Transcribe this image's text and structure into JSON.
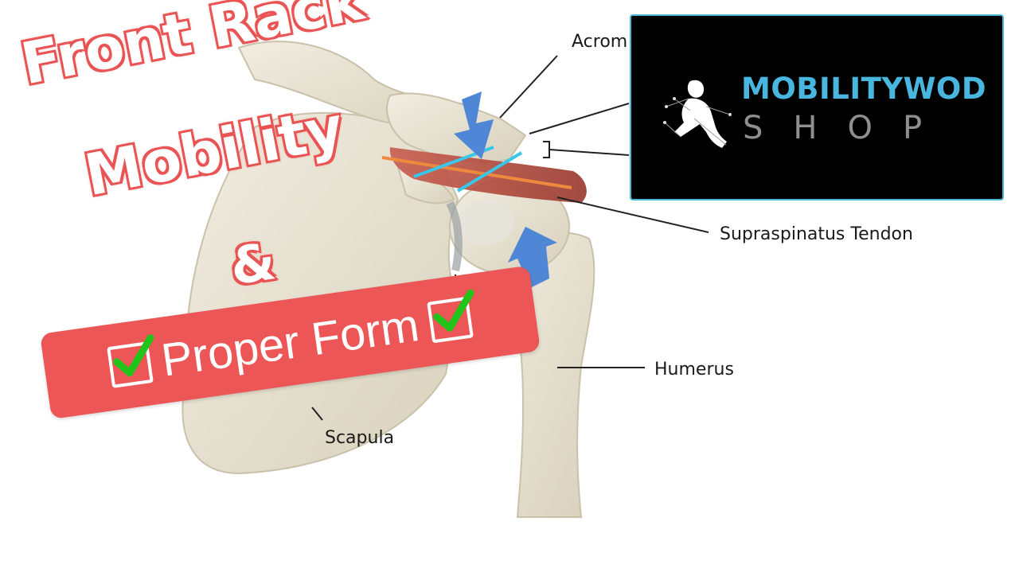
{
  "labels": {
    "acromion": "Acrom",
    "supraspinatus": "Supraspinatus Tendon",
    "humerus": "Humerus",
    "scapula": "Scapula"
  },
  "title": {
    "line1": "Front Rack",
    "line2": "Mobility",
    "ampersand": "&"
  },
  "banner": {
    "text": "Proper Form"
  },
  "logo": {
    "brand": "MOBILITYWOD",
    "sub": "SHOP"
  },
  "colors": {
    "accent_red": "#e95454",
    "logo_blue": "#49b6e0",
    "check_green": "#22c41a",
    "arrow_blue": "#4f86d6",
    "bone": "#e9e4d4",
    "muscle": "#b5483d"
  }
}
